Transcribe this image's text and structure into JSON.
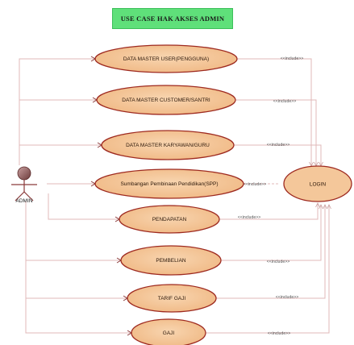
{
  "title": "USE CASE HAK AKSES ADMIN",
  "actor": {
    "label": "ADMIN"
  },
  "login": {
    "label": "LOGIN"
  },
  "include_label": "<<include>>",
  "use_cases": [
    {
      "id": "uc1",
      "label": "DATA MASTER USER(PENGGUNA)"
    },
    {
      "id": "uc2",
      "label": "DATA MASTER CUSTOMER/SANTRI"
    },
    {
      "id": "uc3",
      "label": "DATA MASTER KARYAWAN/GURU"
    },
    {
      "id": "uc4",
      "label": "Sumbangan Pembinaan Pendidikan(SPP)"
    },
    {
      "id": "uc5",
      "label": "PENDAPATAN"
    },
    {
      "id": "uc6",
      "label": "PEMBELIAN"
    },
    {
      "id": "uc7",
      "label": "TARIF GAJI"
    },
    {
      "id": "uc8",
      "label": "GAJI"
    }
  ],
  "colors": {
    "usecase_fill": "#f4c79a",
    "usecase_stroke": "#9e2a20",
    "login_fill": "#f4c79a",
    "line": "#e0b8b8",
    "title_fill": "#5fe07a"
  }
}
